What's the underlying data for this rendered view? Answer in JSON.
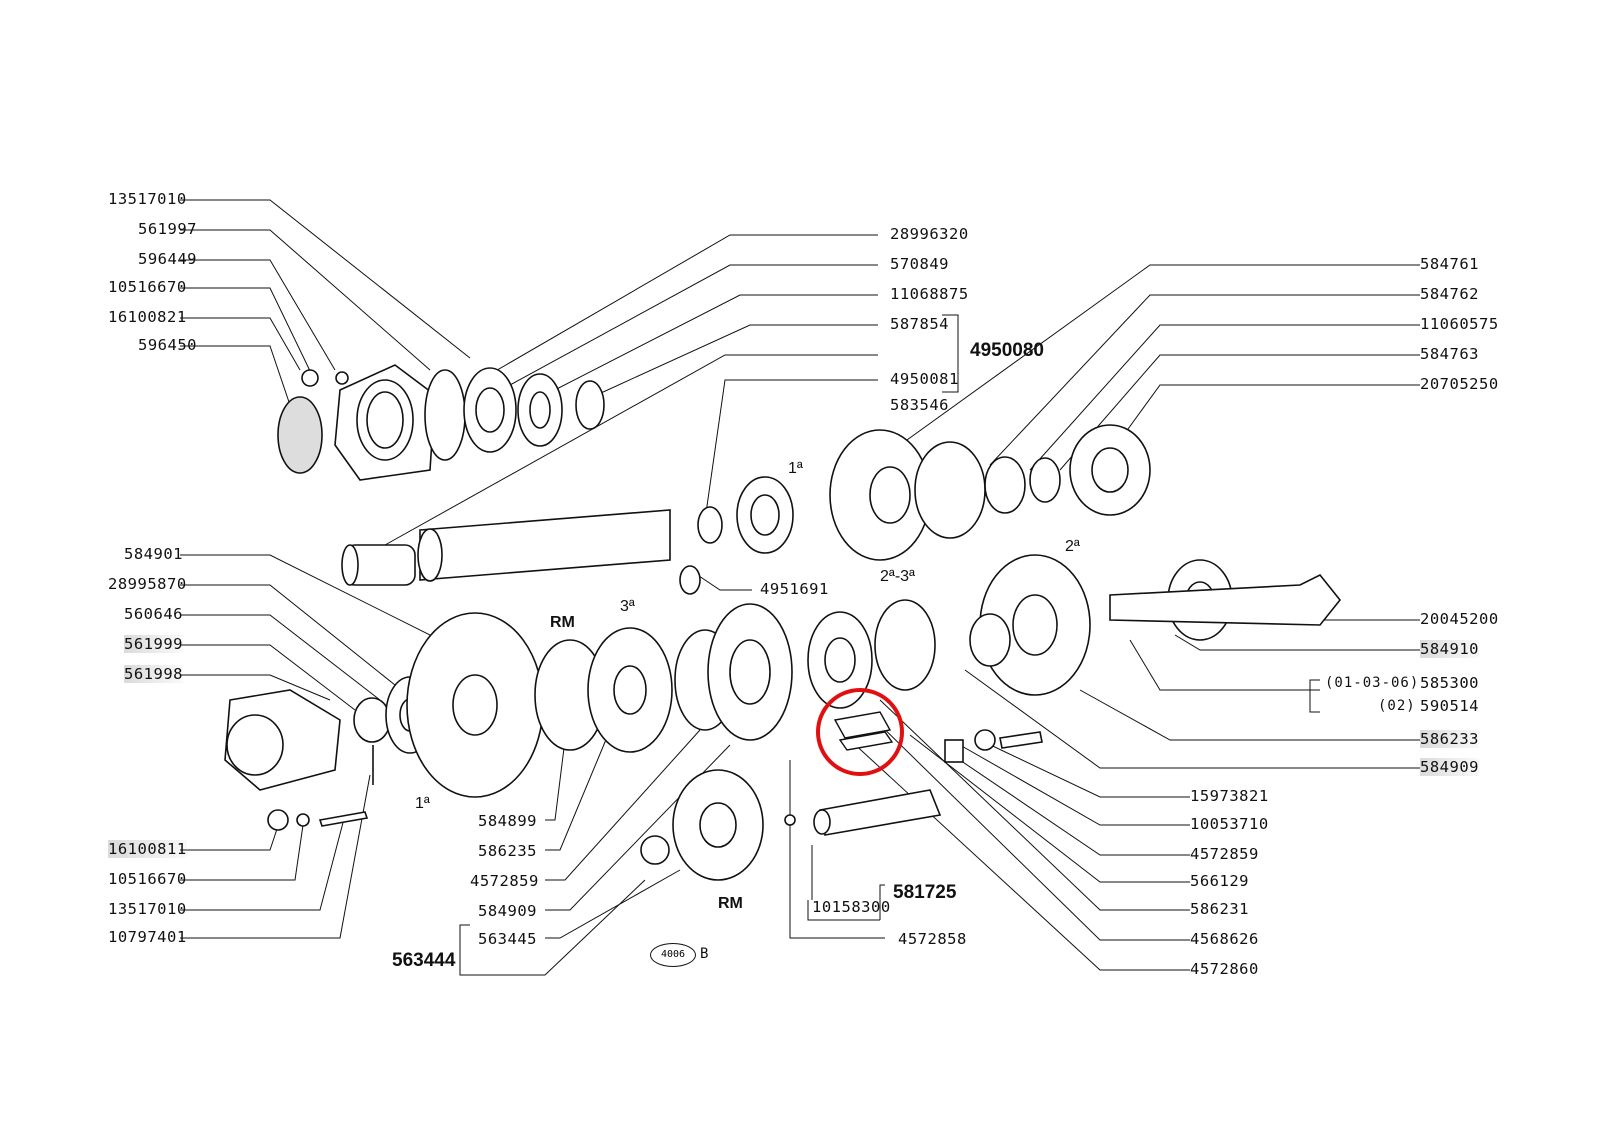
{
  "labels_left_top": [
    "13517010",
    "561997",
    "596449",
    "10516670",
    "16100821",
    "596450"
  ],
  "labels_center_top": [
    "28996320",
    "570849",
    "11068875",
    "587854",
    "4950081",
    "583546"
  ],
  "group_4950080": "4950080",
  "labels_right_top": [
    "584761",
    "584762",
    "11060575",
    "584763",
    "20705250"
  ],
  "label_4951691": "4951691",
  "labels_left_mid": [
    "584901",
    "28995870",
    "560646",
    "561999",
    "561998"
  ],
  "labels_left_bottom": [
    "16100811",
    "10516670",
    "13517010",
    "10797401"
  ],
  "group_563444": "563444",
  "label_563445": "563445",
  "labels_center_bottom": [
    "584899",
    "586235",
    "4572859",
    "584909"
  ],
  "label_10158300": "10158300",
  "group_581725": "581725",
  "label_4572858": "4572858",
  "labels_right_mid": [
    "20045200",
    "584910"
  ],
  "variant_1_code": "(01-03-06)",
  "variant_1_part": "585300",
  "variant_2_code": "(02)",
  "variant_2_part": "590514",
  "labels_right_bottom": [
    "586233",
    "584909",
    "15973821",
    "10053710",
    "4572859",
    "566129",
    "586231",
    "4568626",
    "4572860"
  ],
  "gear_labels": {
    "first_top": "1ª",
    "second_third": "2ª-3ª",
    "second": "2ª",
    "third": "3ª",
    "reverse_top": "RM",
    "first_bottom": "1ª",
    "reverse_bottom": "RM"
  },
  "stamp": {
    "code": "4006",
    "letter": "B"
  },
  "highlight_color": "#e01010"
}
